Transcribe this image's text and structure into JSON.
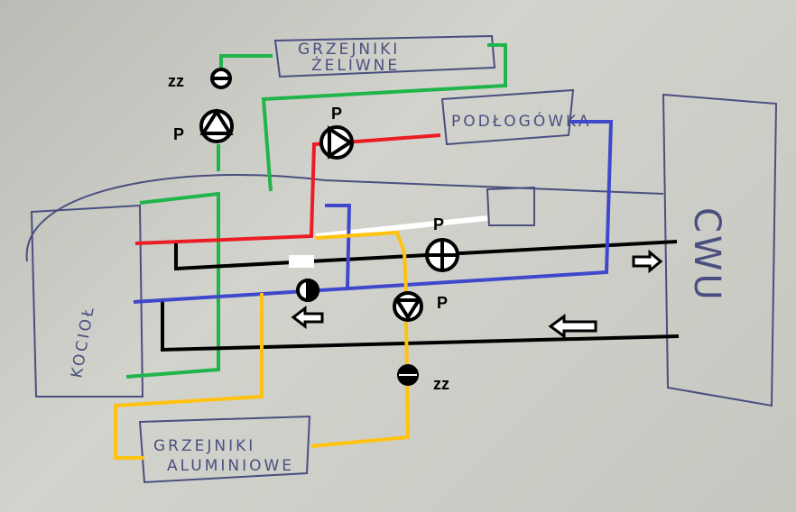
{
  "labels": {
    "boiler": "KOCIOŁ",
    "cast_iron_1": "GRZEJNIKI",
    "cast_iron_2": "ŻELIWNE",
    "floor": "PODŁOGÓWKA",
    "alu_1": "GRZEJNIKI",
    "alu_2": "ALUMINIOWE",
    "dhw": "CWU",
    "pump": "P",
    "valve": "ZZ"
  },
  "colors": {
    "green": "#1fb54a",
    "red": "#ec1c24",
    "blue": "#3f48cc",
    "yellow": "#ffc20e",
    "black": "#000000",
    "white": "#ffffff"
  }
}
